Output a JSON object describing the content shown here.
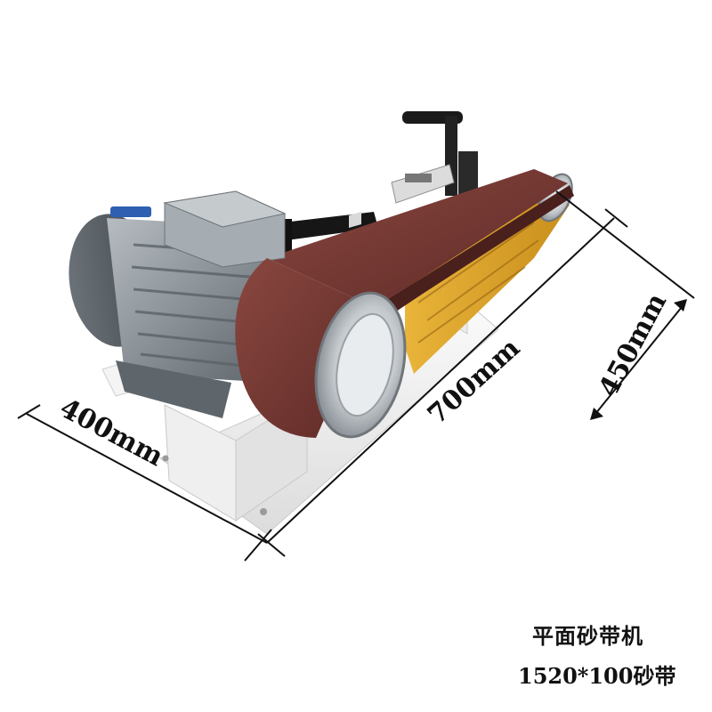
{
  "product": {
    "title": "平面砂带机",
    "spec": "1520*100砂带"
  },
  "dimensions": {
    "width": "400mm",
    "length": "700mm",
    "height": "450mm"
  },
  "colors": {
    "belt": "#7a3a35",
    "belt_backing": "#e0a92e",
    "motor": "#8e969c",
    "base": "#f2f2f2",
    "pulley": "#c8ccd0",
    "handle": "#1a1a1a",
    "dimension_lines": "#111111"
  }
}
